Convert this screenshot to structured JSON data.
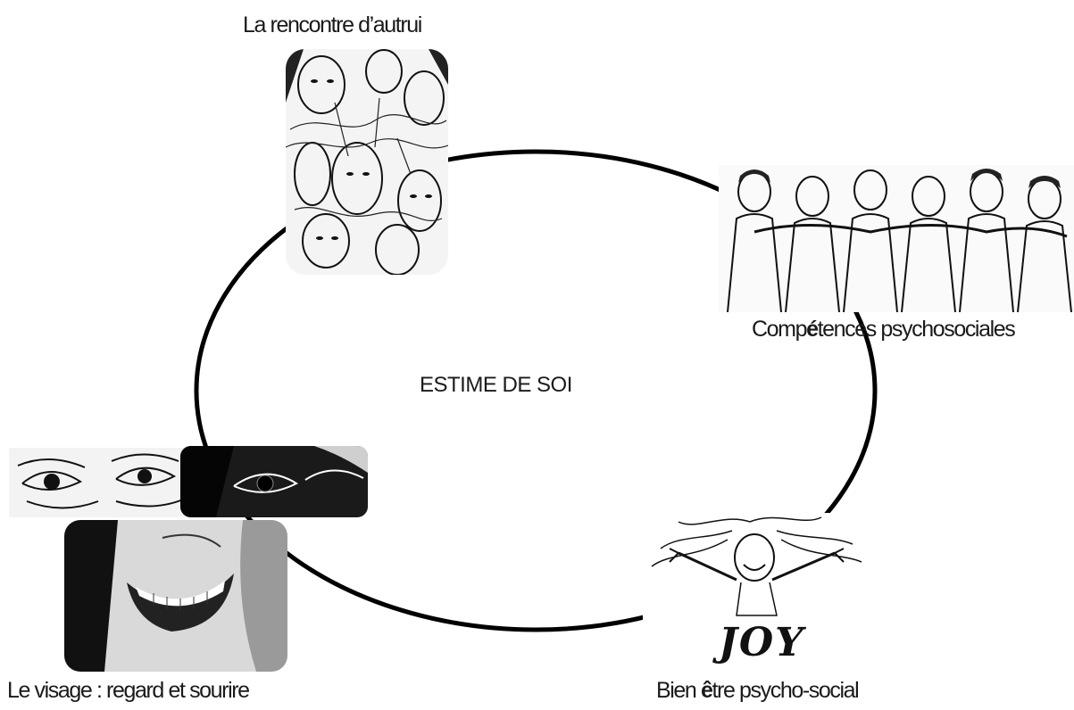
{
  "center_text": "ESTIME DE SOI",
  "nodes": {
    "top": {
      "label": "La rencontre d’autrui"
    },
    "right": {
      "label_pre": "Comp",
      "label_bold": "é",
      "label_post": "tences psychosociales"
    },
    "bottom_right": {
      "label_pre": "Bien ",
      "label_bold": "ê",
      "label_post": "tre psycho-social",
      "image_text": "JOY"
    },
    "bottom_left": {
      "label": "Le visage : regard et sourire"
    }
  }
}
